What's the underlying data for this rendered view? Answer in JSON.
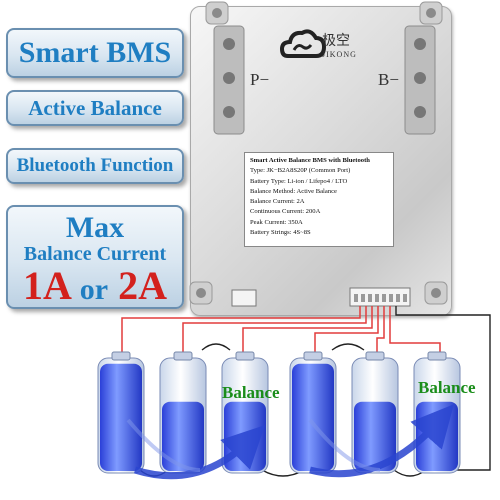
{
  "badges": {
    "smart_bms": "Smart BMS",
    "active_balance": "Active Balance",
    "bluetooth": "Bluetooth Function",
    "max": "Max",
    "balance_current": "Balance Current",
    "amp1": "1A",
    "or": "or",
    "amp2": "2A"
  },
  "board": {
    "brand_cn": "极空",
    "brand_en": "JIKONG",
    "p_minus": "P−",
    "b_minus": "B−"
  },
  "spec_label": {
    "title": "Smart Active Balance BMS with Bluetooth",
    "lines": [
      "Type: JK−B2A8S20P (Common Port)",
      "Battery Type: Li-ion / Lifepo4 / LTO",
      "Balance Method: Active Balance",
      "Balance Current: 2A",
      "Continuous Current: 200A",
      "Peak Current: 350A",
      "Battery Strings: 4S~8S"
    ]
  },
  "diagram": {
    "balance_left": "Balance",
    "balance_right": "Balance",
    "cells": [
      {
        "fill": 0.95
      },
      {
        "fill": 0.62
      },
      {
        "fill": 0.62
      },
      {
        "fill": 0.95
      },
      {
        "fill": 0.62
      },
      {
        "fill": 0.62
      }
    ]
  }
}
